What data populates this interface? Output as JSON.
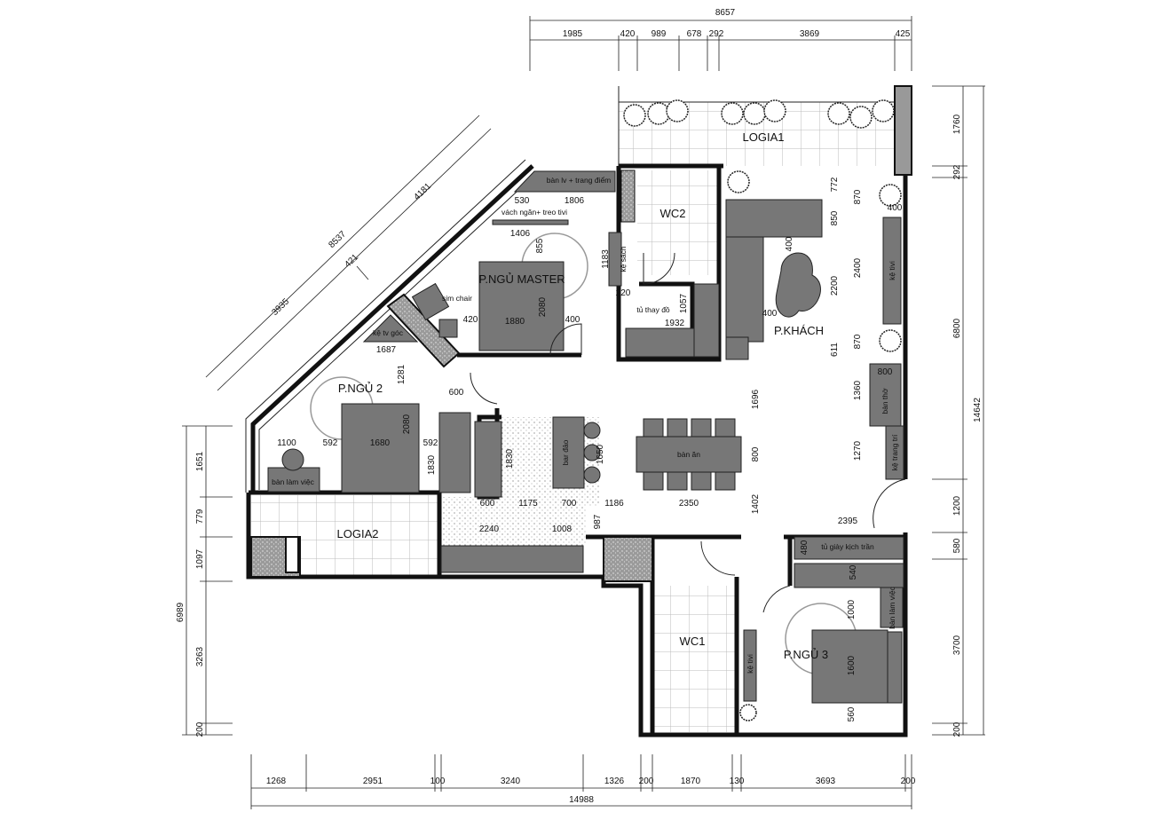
{
  "colors": {
    "wall": "#111111",
    "furniture": "#777777",
    "column": "#999999",
    "tile_line": "#bbbbbb"
  },
  "rooms": {
    "logia1": "LOGIA1",
    "wc2": "WC2",
    "master": "P.NGỦ MASTER",
    "living": "P.KHÁCH",
    "bed2": "P.NGỦ 2",
    "logia2": "LOGIA2",
    "wc1": "WC1",
    "bed3": "P.NGỦ 3"
  },
  "furniture": {
    "desk_vanity": "bàn lv + trang điểm",
    "partition_tv": "vách ngăn+ treo tivi",
    "bookshelf": "kệ sách",
    "wardrobe": "tủ thay đồ",
    "arm_chair": "sim chair",
    "corner_tv": "kệ tv góc",
    "desk2": "bàn làm việc",
    "bar": "bar đảo",
    "dining": "bàn ăn",
    "tv_shelf": "kệ tivi",
    "altar": "bàn thờ",
    "deco_shelf": "kệ trang trí",
    "shoe_cabinet": "tủ giày kịch trần",
    "desk3": "bàn làm việc",
    "tv_shelf3": "kệ tivi"
  },
  "dims": {
    "top_total": "8657",
    "top": [
      "1985",
      "420",
      "989",
      "678",
      "292",
      "3869",
      "425"
    ],
    "right": [
      "1760",
      "292",
      "6800",
      "1200",
      "580",
      "3700",
      "200"
    ],
    "right_total": "14642",
    "left": [
      "1651",
      "779",
      "1097",
      "3263",
      "200"
    ],
    "left_total": "6989",
    "bottom": [
      "1268",
      "2951",
      "100",
      "3240",
      "1326",
      "200",
      "1870",
      "130",
      "3693",
      "200"
    ],
    "bottom_total": "14988",
    "diag": [
      "8537",
      "4181",
      "421",
      "3935"
    ],
    "master": [
      "530",
      "1806",
      "1406",
      "855",
      "2080",
      "1880",
      "420",
      "400",
      "1183",
      "220",
      "1057",
      "1932",
      "1687",
      "1281"
    ],
    "living": [
      "772",
      "850",
      "2200",
      "611",
      "400",
      "400",
      "870",
      "2400",
      "870",
      "400",
      "1360",
      "800",
      "1270",
      "1696",
      "800",
      "1402"
    ],
    "bed2": [
      "600",
      "1100",
      "592",
      "1680",
      "592",
      "2080",
      "1830"
    ],
    "kitchen": [
      "1830",
      "1650",
      "600",
      "1175",
      "700",
      "1186",
      "2350",
      "987",
      "2240",
      "1008"
    ],
    "bed3": [
      "2395",
      "480",
      "540",
      "1000",
      "1600",
      "560"
    ]
  }
}
